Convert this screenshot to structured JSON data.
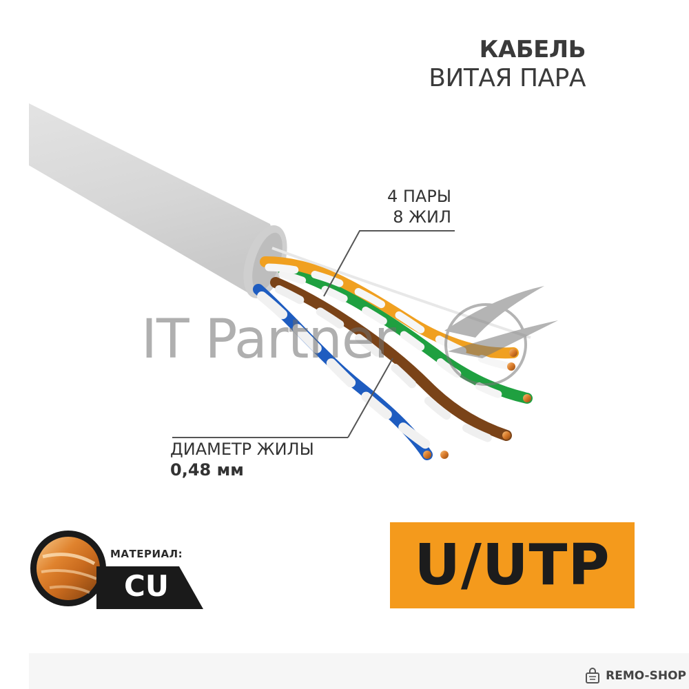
{
  "title": {
    "line1": "КАБЕЛЬ",
    "line2": "ВИТАЯ ПАРА"
  },
  "callouts": {
    "pairs": {
      "line1": "4 ПАРЫ",
      "line2": "8 ЖИЛ"
    },
    "diameter": {
      "label": "ДИАМЕТР ЖИЛЫ",
      "value": "0,48 мм"
    }
  },
  "watermark": "IT Partner",
  "material": {
    "label": "МАТЕРИАЛ:",
    "value": "CU"
  },
  "type_badge": "U/UTP",
  "shop": "REMO-SHOP",
  "colors": {
    "accent": "#f49a1c",
    "jacket": "#d9d9d9",
    "orange_wire": "#f0a020",
    "green_wire": "#1fa040",
    "blue_wire": "#1e5cc0",
    "brown_wire": "#7a4318"
  }
}
